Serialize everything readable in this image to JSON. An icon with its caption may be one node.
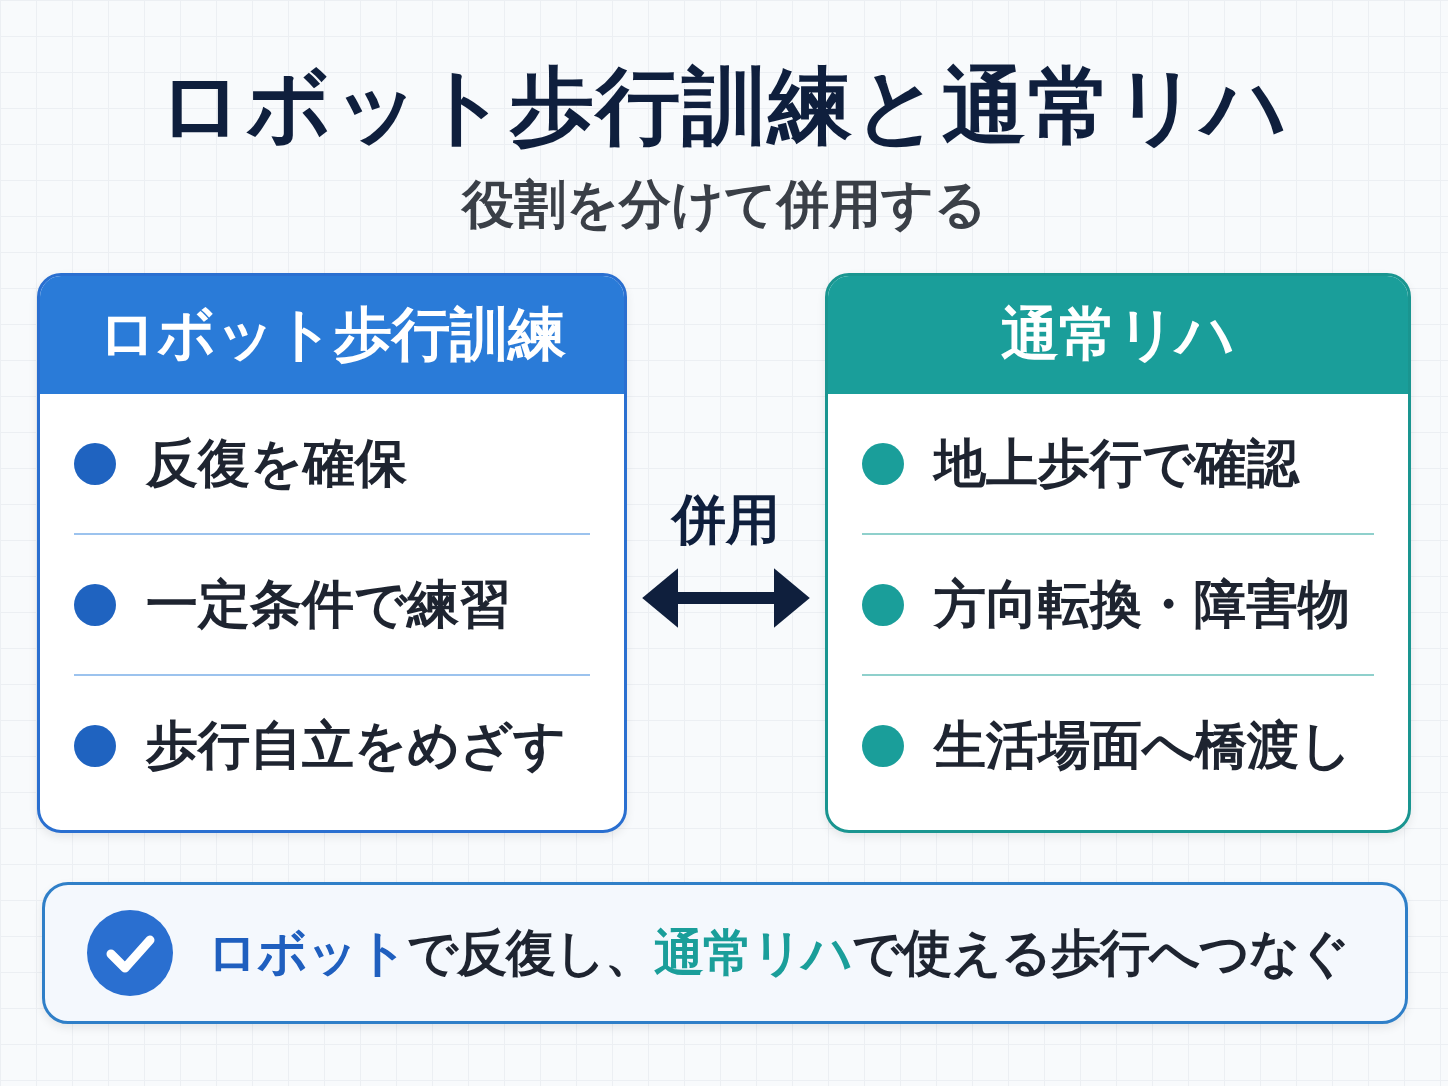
{
  "diagram": {
    "title": "ロボット歩行訓練と通常リハ",
    "nodes": [
      {
        "text": [
          "ロボット歩行訓練",
          "反復を確保",
          "一定条件で練習",
          "歩行自立をめざす"
        ]
      },
      {
        "text": [
          "通常リハ",
          "地上歩行で確認",
          "方向転換・障害物",
          "生活場面へ橋渡し"
        ]
      },
      {
        "text": [
          "**ロボット**で反復し、**通常リハ**で使える歩行へつなぐ"
        ]
      }
    ],
    "edges": [
      {
        "from": 0,
        "to": 1,
        "arrow": "both",
        "label": "併用"
      }
    ],
    "labels": [
      "役割を分けて併用する"
    ]
  }
}
